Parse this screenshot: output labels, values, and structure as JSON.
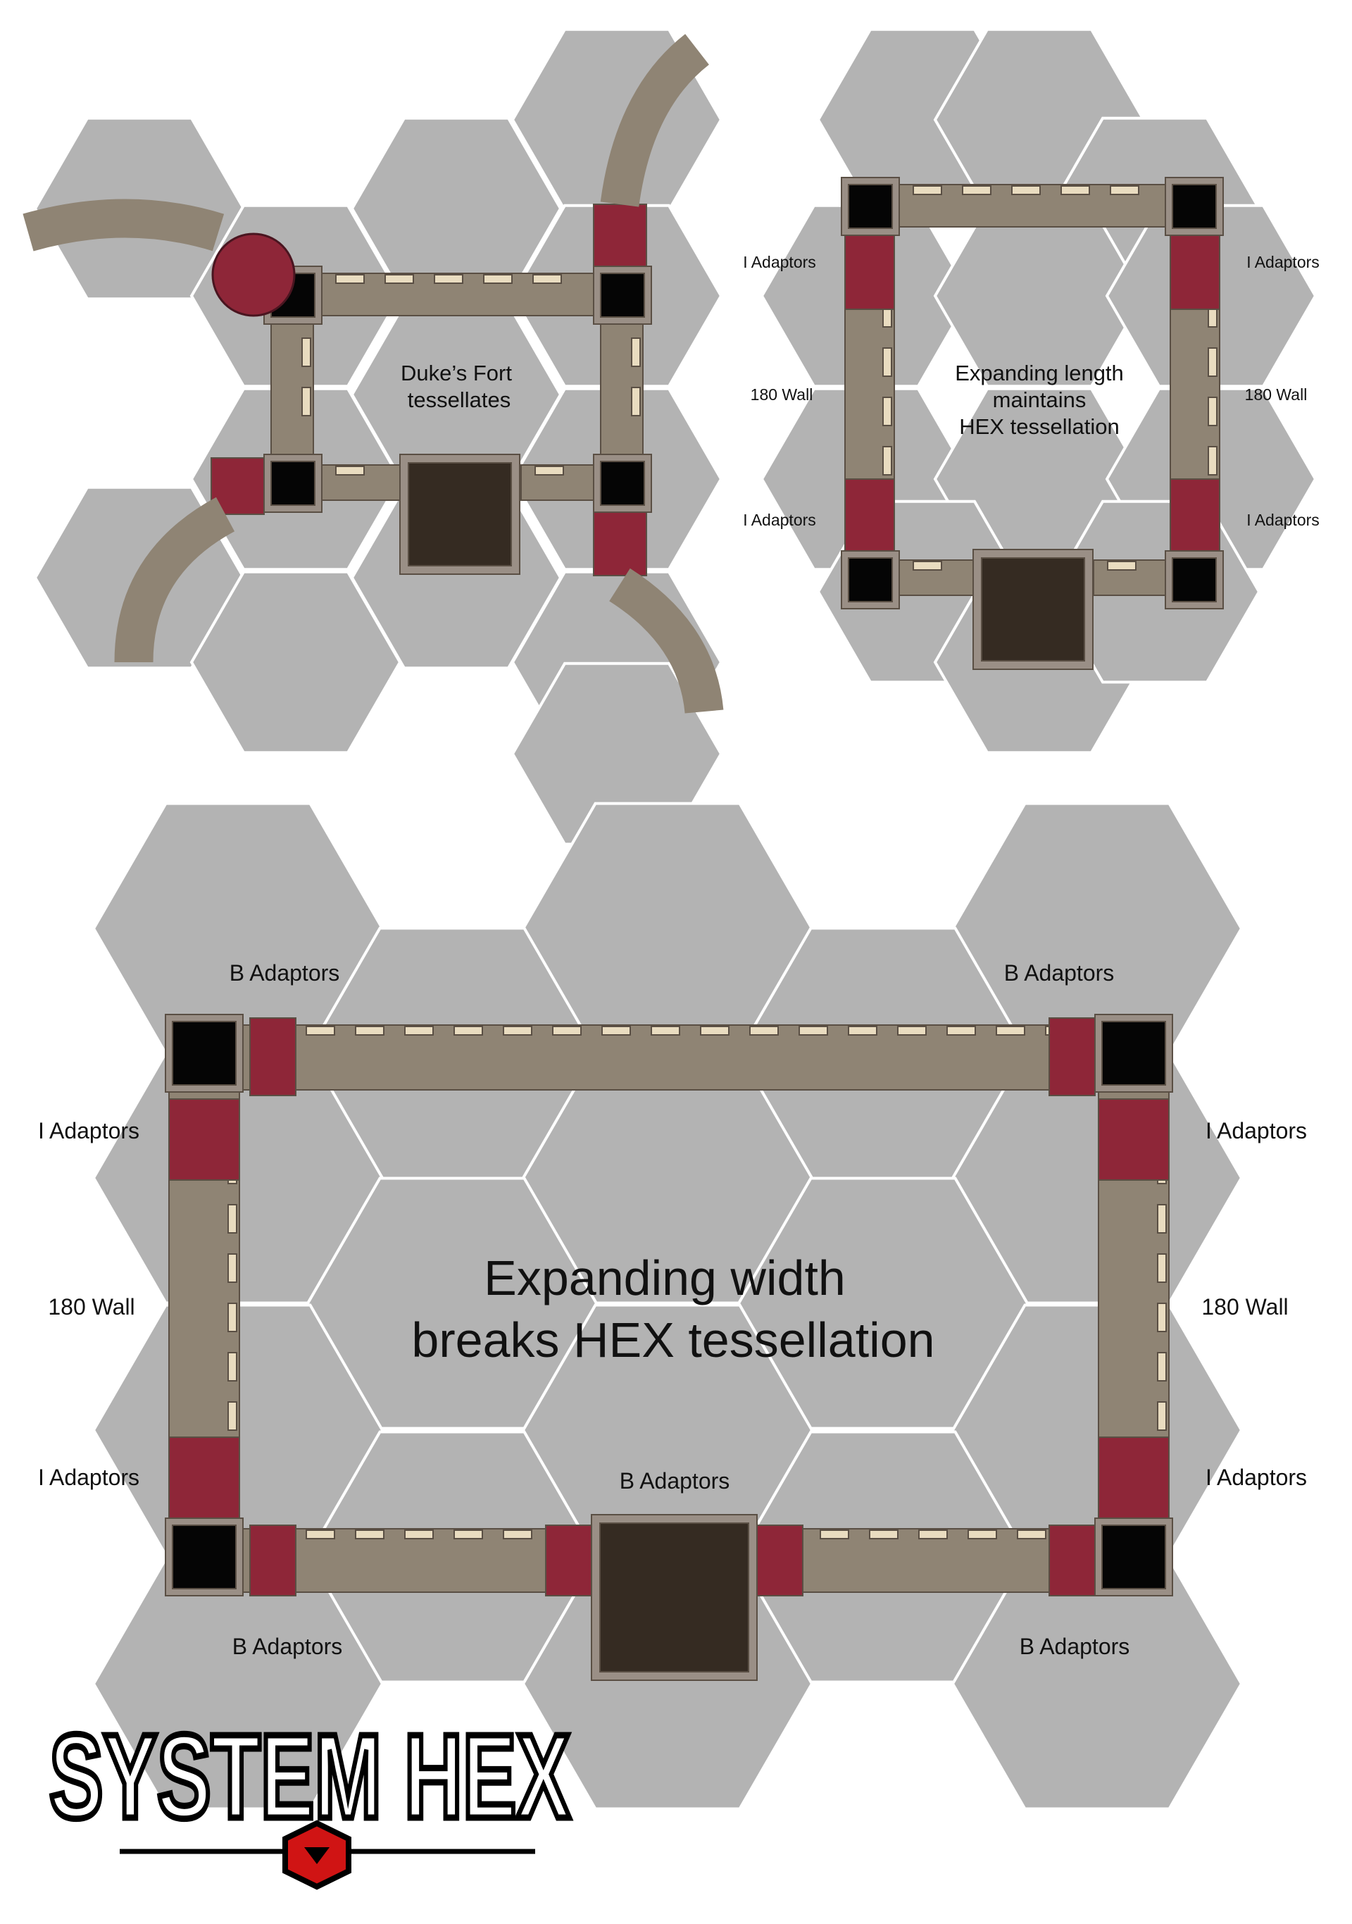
{
  "panel_fort": {
    "title_line1": "Duke’s Fort",
    "title_line2": "tessellates"
  },
  "panel_length": {
    "title_line1": "Expanding length",
    "title_line2": "maintains",
    "title_line3": "HEX tessellation",
    "left_top": "I Adaptors",
    "left_mid": "180 Wall",
    "left_bottom": "I Adaptors",
    "right_top": "I Adaptors",
    "right_mid": "180 Wall",
    "right_bottom": "I Adaptors"
  },
  "panel_width": {
    "title_line1": "Expanding width",
    "title_line2": "breaks HEX tessellation",
    "top_left": "B Adaptors",
    "top_right": "B Adaptors",
    "left_top": "I Adaptors",
    "left_mid": "180 Wall",
    "left_bottom": "I Adaptors",
    "right_top": "I Adaptors",
    "right_mid": "180 Wall",
    "right_bottom": "I Adaptors",
    "bottom_center": "B Adaptors",
    "bottom_left": "B Adaptors",
    "bottom_right": "B Adaptors"
  },
  "logo": {
    "text": "SYSTEM HEX"
  },
  "colors": {
    "hex_fill": "#b3b3b3",
    "wall_stone": "#8f8474",
    "adaptor_red": "#8e2638",
    "merlon_cream": "#e9dcc0"
  }
}
